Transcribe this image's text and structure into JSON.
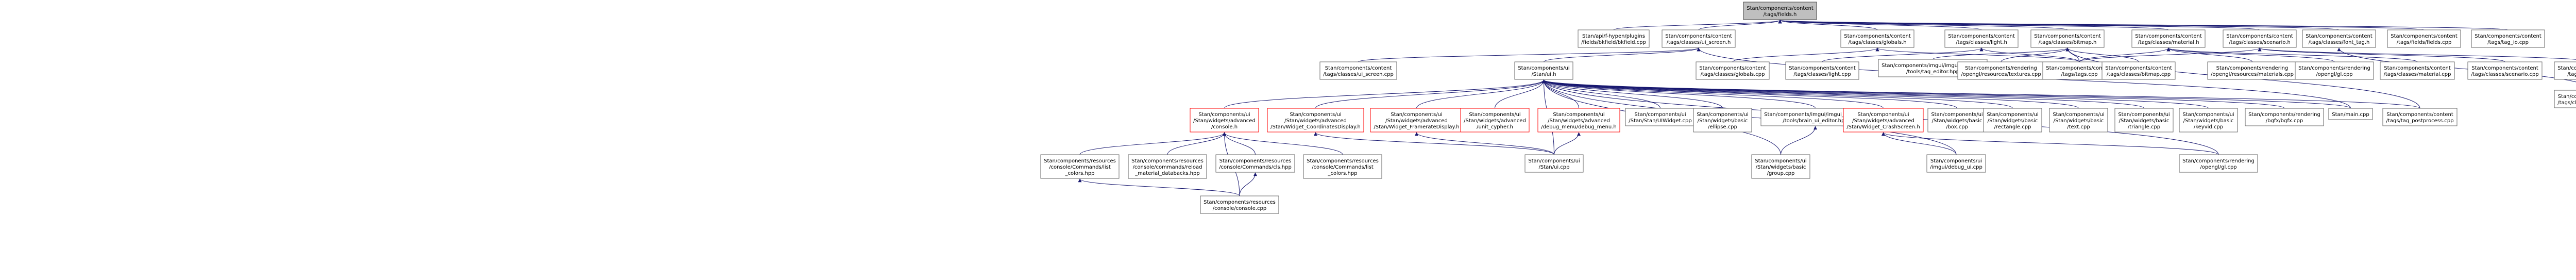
{
  "colors": {
    "edge": "#191970",
    "focus_fill": "#bfbfbf",
    "red_border": "#ff0000"
  },
  "nodes": [
    {
      "id": "n0",
      "lines": [
        "Stan/components/content",
        "/tags/fields.h"
      ],
      "style": "focus"
    },
    {
      "id": "n1",
      "lines": [
        "Stan/api/f-hypen/plugins",
        "/fields/bkfield/bkfield.cpp"
      ]
    },
    {
      "id": "n2",
      "lines": [
        "Stan/components/content",
        "/tags/classes/ui_screen.h"
      ]
    },
    {
      "id": "n3",
      "lines": [
        "Stan/components/content",
        "/tags/classes/globals.h"
      ]
    },
    {
      "id": "n4",
      "lines": [
        "Stan/components/content",
        "/tags/classes/light.h"
      ]
    },
    {
      "id": "n5",
      "lines": [
        "Stan/components/content",
        "/tags/classes/bitmap.h"
      ]
    },
    {
      "id": "n6",
      "lines": [
        "Stan/components/content",
        "/tags/classes/material.h"
      ]
    },
    {
      "id": "n7",
      "lines": [
        "Stan/components/content",
        "/tags/classes/scenario.h"
      ]
    },
    {
      "id": "n8",
      "lines": [
        "Stan/components/content",
        "/tags/classes/font_tag.h"
      ]
    },
    {
      "id": "n9",
      "lines": [
        "Stan/components/content",
        "/tags/fields/fields.cpp"
      ]
    },
    {
      "id": "n10",
      "lines": [
        "Stan/components/content",
        "/tags/tag_io.cpp"
      ]
    },
    {
      "id": "n11",
      "lines": [
        "Stan/components/content",
        "/tags/classes/ui_screen.cpp"
      ]
    },
    {
      "id": "n12",
      "lines": [
        "Stan/components/ui",
        "/Stan/ui.h"
      ]
    },
    {
      "id": "n13",
      "lines": [
        "Stan/components/content",
        "/tags/classes/globals.cpp"
      ]
    },
    {
      "id": "n14",
      "lines": [
        "Stan/components/content",
        "/tags/classes/light.cpp"
      ]
    },
    {
      "id": "n15",
      "lines": [
        "Stan/components/imgui/imgui_windows",
        "/tools/tag_editor.hpp"
      ]
    },
    {
      "id": "n16",
      "lines": [
        "Stan/components/rendering",
        "/opengl/resources/textures.cpp"
      ]
    },
    {
      "id": "n17",
      "lines": [
        "Stan/components/content",
        "/tags/tags.cpp"
      ]
    },
    {
      "id": "n18",
      "lines": [
        "Stan/components/content",
        "/tags/classes/bitmap.cpp"
      ]
    },
    {
      "id": "n19",
      "lines": [
        "Stan/components/rendering",
        "/opengl/resources/materials.cpp"
      ]
    },
    {
      "id": "n20",
      "lines": [
        "Stan/components/rendering",
        "/opengl/gl.cpp"
      ]
    },
    {
      "id": "n21",
      "lines": [
        "Stan/components/content",
        "/tags/classes/material.cpp"
      ]
    },
    {
      "id": "n22",
      "lines": [
        "Stan/components/content",
        "/tags/classes/scenario.cpp"
      ]
    },
    {
      "id": "n23",
      "lines": [
        "Stan/components/content",
        "/tags/scenario.cpp"
      ]
    },
    {
      "id": "n24",
      "lines": [
        "Stan/components/content",
        "/tags/classes/font_tag.cpp"
      ]
    },
    {
      "id": "n25",
      "lines": [
        "Stan/components/ui",
        "/Stan/widgets/advanced",
        "/console.h"
      ],
      "style": "red"
    },
    {
      "id": "n26",
      "lines": [
        "Stan/components/ui",
        "/Stan/widgets/advanced",
        "/Stan/Widget_CoordinatesDisplay.h"
      ],
      "style": "red"
    },
    {
      "id": "n27",
      "lines": [
        "Stan/components/ui",
        "/Stan/widgets/advanced",
        "/Stan/Widget_FramerateDisplay.h"
      ],
      "style": "red"
    },
    {
      "id": "n28",
      "lines": [
        "Stan/components/ui",
        "/Stan/widgets/advanced",
        "/unit_cypher.h"
      ],
      "style": "red"
    },
    {
      "id": "n29",
      "lines": [
        "Stan/components/ui",
        "/Stan/widgets/advanced",
        "/debug_menu/debug_menu.h"
      ],
      "style": "red"
    },
    {
      "id": "n30",
      "lines": [
        "Stan/components/ui",
        "/Stan/Stan/UIWidget.cpp"
      ]
    },
    {
      "id": "n31",
      "lines": [
        "Stan/components/ui",
        "/Stan/widgets/basic",
        "/ellipse.cpp"
      ]
    },
    {
      "id": "n32",
      "lines": [
        "Stan/components/imgui/imgui_windows",
        "/tools/brain_ui_editor.hpp"
      ]
    },
    {
      "id": "n33",
      "lines": [
        "Stan/components/ui",
        "/Stan/widgets/advanced",
        "/Stan/Widget_CrashScreen.h"
      ],
      "style": "red"
    },
    {
      "id": "n34",
      "lines": [
        "Stan/components/ui",
        "/Stan/widgets/basic",
        "/box.cpp"
      ]
    },
    {
      "id": "n35",
      "lines": [
        "Stan/components/ui",
        "/Stan/widgets/basic",
        "/rectangle.cpp"
      ]
    },
    {
      "id": "n36",
      "lines": [
        "Stan/components/ui",
        "/Stan/widgets/basic",
        "/text.cpp"
      ]
    },
    {
      "id": "n37",
      "lines": [
        "Stan/components/ui",
        "/Stan/widgets/basic",
        "/triangle.cpp"
      ]
    },
    {
      "id": "n38",
      "lines": [
        "Stan/components/ui",
        "/Stan/widgets/basic",
        "/keyvid.cpp"
      ]
    },
    {
      "id": "n39",
      "lines": [
        "Stan/components/rendering",
        "/bgfx/bgfx.cpp"
      ]
    },
    {
      "id": "n40",
      "lines": [
        "Stan/main.cpp"
      ]
    },
    {
      "id": "n41",
      "lines": [
        "Stan/components/content",
        "/tags/tag_postprocess.cpp"
      ]
    },
    {
      "id": "n42",
      "lines": [
        "Stan/components/resources",
        "/console/Commands/list",
        "_colors.hpp"
      ]
    },
    {
      "id": "n43",
      "lines": [
        "Stan/components/resources",
        "/console/commands/reload",
        "_material_databacks.hpp"
      ]
    },
    {
      "id": "n44",
      "lines": [
        "Stan/components/resources",
        "/console/Commands/cls.hpp"
      ]
    },
    {
      "id": "n45",
      "lines": [
        "Stan/components/resources",
        "/console/Commands/list",
        "_colors.hpp"
      ]
    },
    {
      "id": "n46",
      "lines": [
        "Stan/components/ui",
        "/Stan/ui.cpp"
      ]
    },
    {
      "id": "n47",
      "lines": [
        "Stan/components/ui",
        "/Stan/widgets/basic",
        "/group.cpp"
      ]
    },
    {
      "id": "n48",
      "lines": [
        "Stan/components/ui",
        "/imgui/debug_ui.cpp"
      ]
    },
    {
      "id": "n49",
      "lines": [
        "Stan/components/rendering",
        "/opengl/gl.cpp"
      ]
    },
    {
      "id": "n50",
      "lines": [
        "Stan/components/resources",
        "/console/console.cpp"
      ]
    }
  ]
}
